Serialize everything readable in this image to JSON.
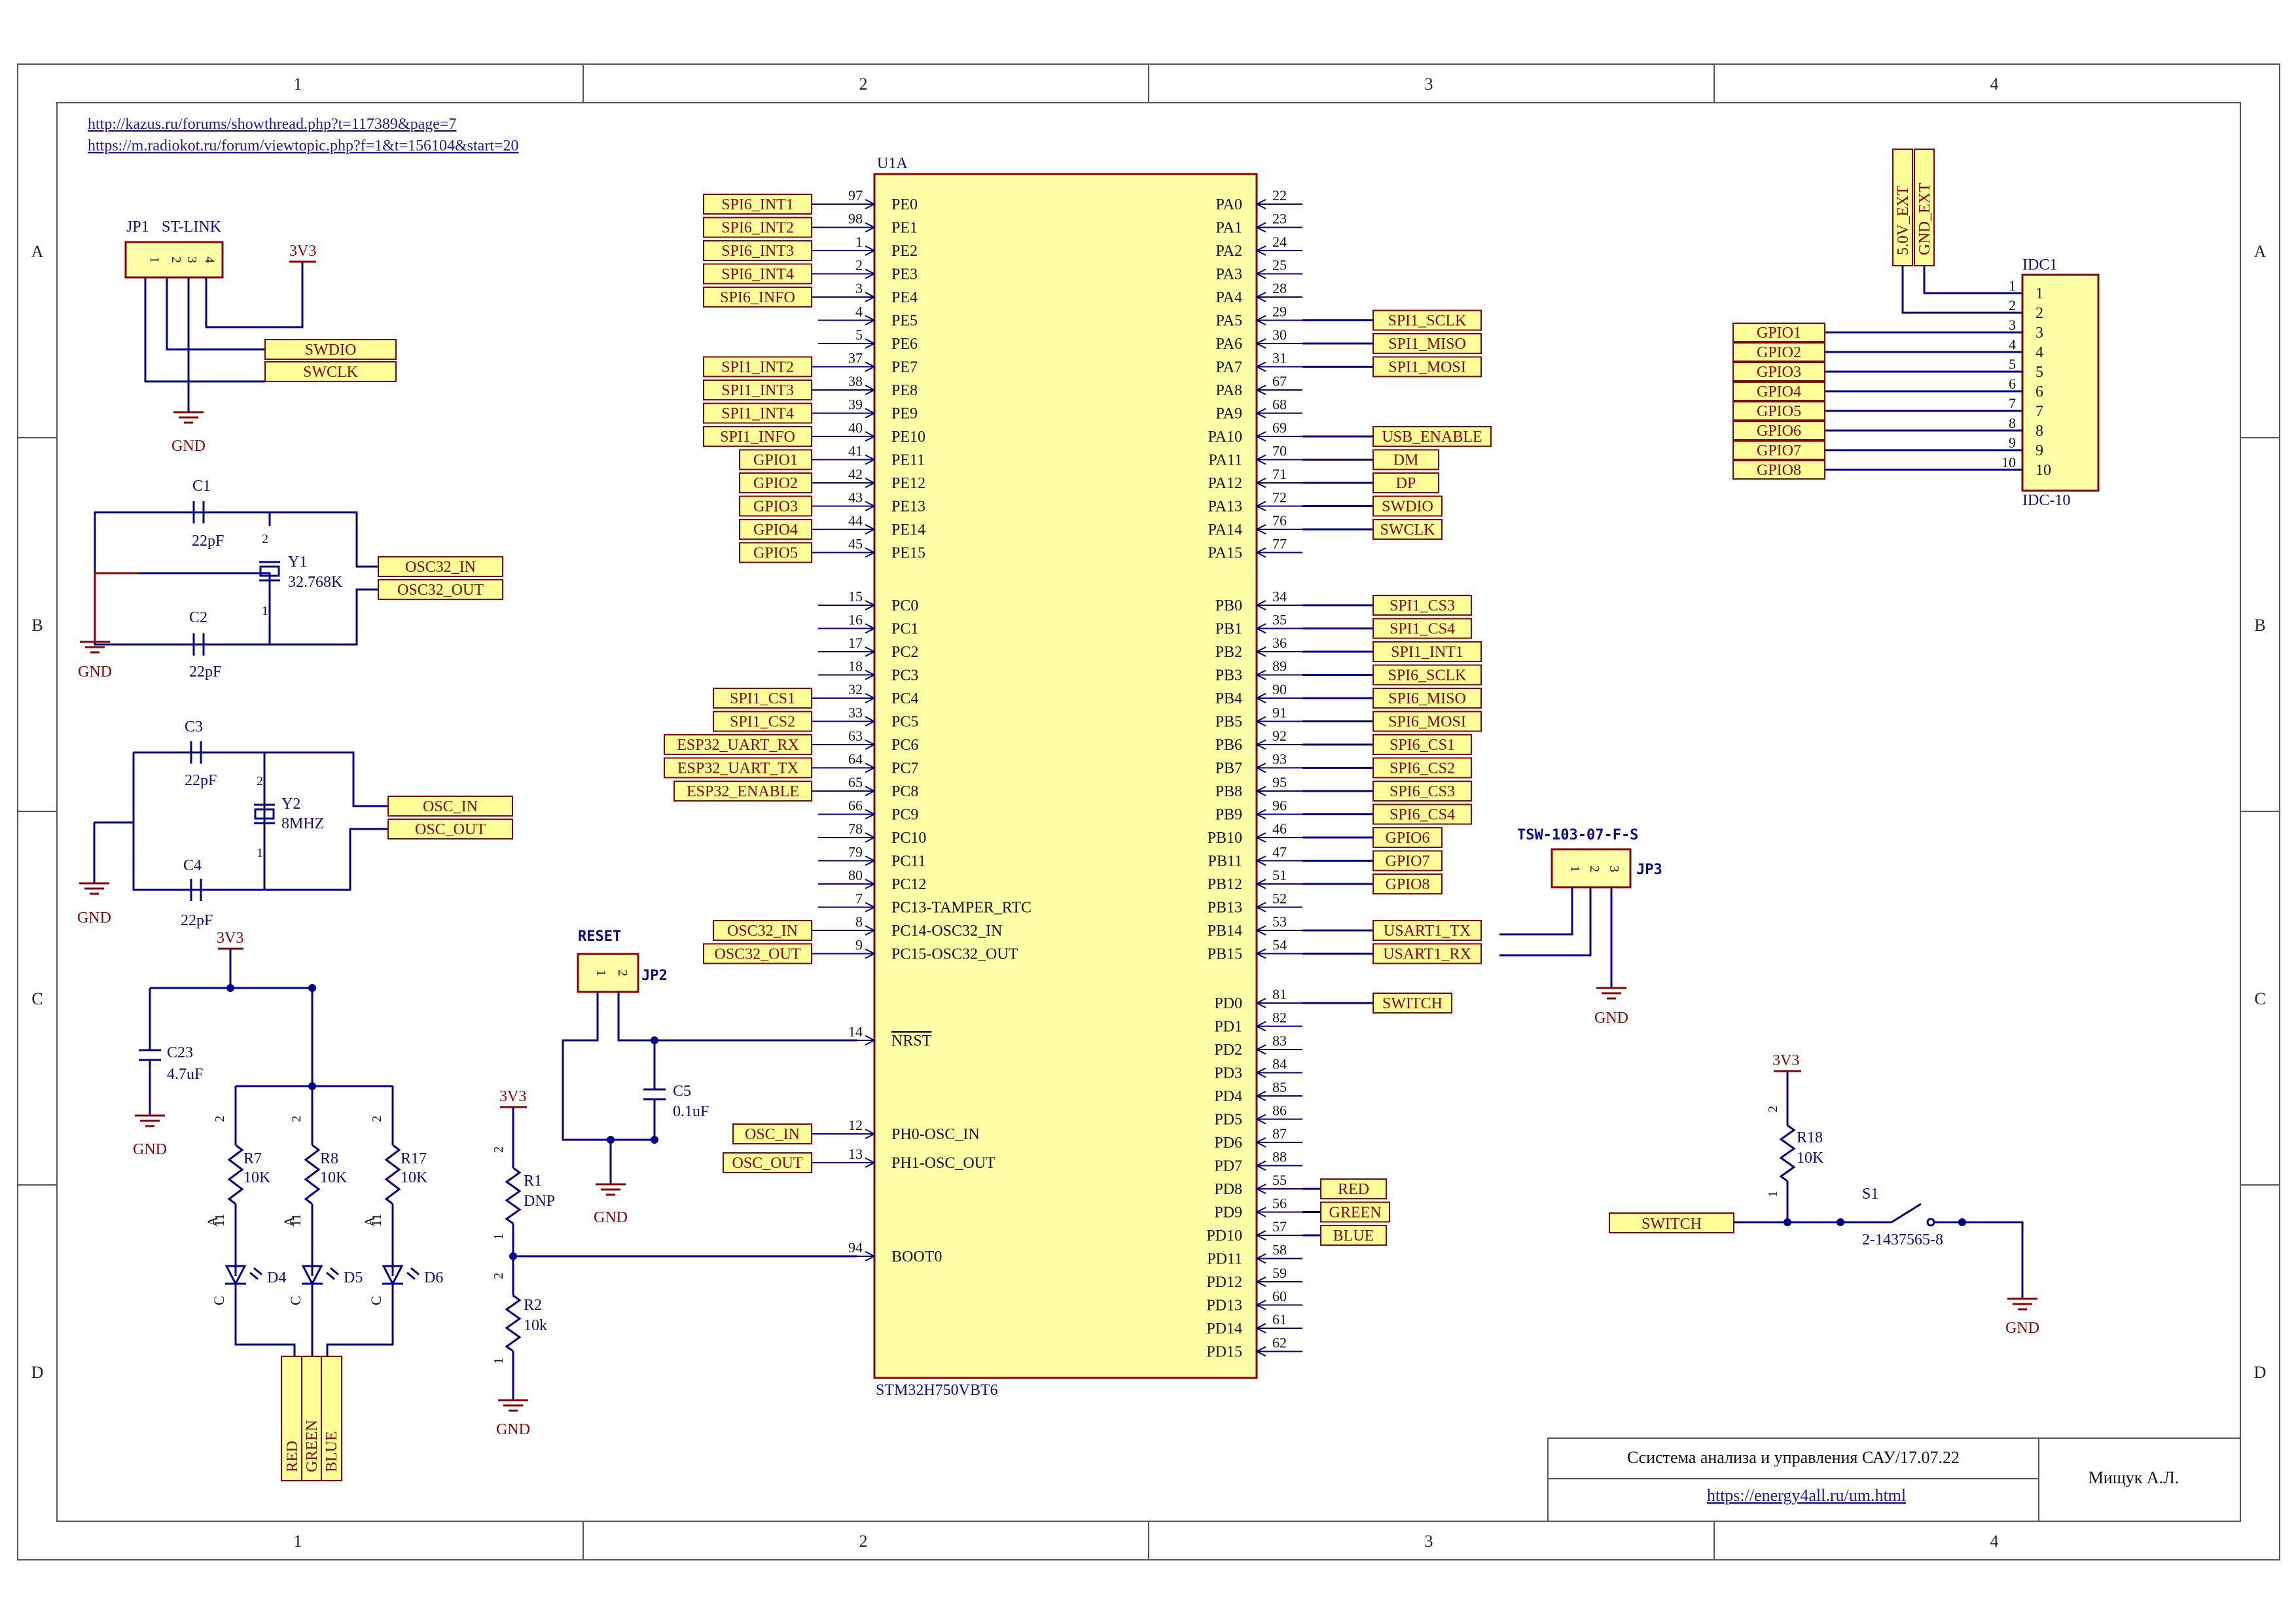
{
  "frame": {
    "columns": [
      "1",
      "2",
      "3",
      "4"
    ],
    "rows": [
      "A",
      "B",
      "C",
      "D"
    ]
  },
  "links": [
    "http://kazus.ru/forums/showthread.php?t=117389&page=7",
    "https://m.radiokot.ru/forum/viewtopic.php?f=1&t=156104&start=20"
  ],
  "mcu": {
    "ref": "U1A",
    "part": "STM32H750VBT6",
    "left_pins": [
      {
        "num": "97",
        "name": "PE0",
        "net": "SPI6_INT1"
      },
      {
        "num": "98",
        "name": "PE1",
        "net": "SPI6_INT2"
      },
      {
        "num": "1",
        "name": "PE2",
        "net": "SPI6_INT3"
      },
      {
        "num": "2",
        "name": "PE3",
        "net": "SPI6_INT4"
      },
      {
        "num": "3",
        "name": "PE4",
        "net": "SPI6_INFO"
      },
      {
        "num": "4",
        "name": "PE5",
        "net": ""
      },
      {
        "num": "5",
        "name": "PE6",
        "net": ""
      },
      {
        "num": "37",
        "name": "PE7",
        "net": "SPI1_INT2"
      },
      {
        "num": "38",
        "name": "PE8",
        "net": "SPI1_INT3"
      },
      {
        "num": "39",
        "name": "PE9",
        "net": "SPI1_INT4"
      },
      {
        "num": "40",
        "name": "PE10",
        "net": "SPI1_INFO"
      },
      {
        "num": "41",
        "name": "PE11",
        "net": "GPIO1"
      },
      {
        "num": "42",
        "name": "PE12",
        "net": "GPIO2"
      },
      {
        "num": "43",
        "name": "PE13",
        "net": "GPIO3"
      },
      {
        "num": "44",
        "name": "PE14",
        "net": "GPIO4"
      },
      {
        "num": "45",
        "name": "PE15",
        "net": "GPIO5"
      },
      {
        "num": "15",
        "name": "PC0",
        "net": ""
      },
      {
        "num": "16",
        "name": "PC1",
        "net": ""
      },
      {
        "num": "17",
        "name": "PC2",
        "net": ""
      },
      {
        "num": "18",
        "name": "PC3",
        "net": ""
      },
      {
        "num": "32",
        "name": "PC4",
        "net": "SPI1_CS1"
      },
      {
        "num": "33",
        "name": "PC5",
        "net": "SPI1_CS2"
      },
      {
        "num": "63",
        "name": "PC6",
        "net": "ESP32_UART_RX"
      },
      {
        "num": "64",
        "name": "PC7",
        "net": "ESP32_UART_TX"
      },
      {
        "num": "65",
        "name": "PC8",
        "net": "ESP32_ENABLE"
      },
      {
        "num": "66",
        "name": "PC9",
        "net": ""
      },
      {
        "num": "78",
        "name": "PC10",
        "net": ""
      },
      {
        "num": "79",
        "name": "PC11",
        "net": ""
      },
      {
        "num": "80",
        "name": "PC12",
        "net": ""
      },
      {
        "num": "7",
        "name": "PC13-TAMPER_RTC",
        "net": ""
      },
      {
        "num": "8",
        "name": "PC14-OSC32_IN",
        "net": "OSC32_IN"
      },
      {
        "num": "9",
        "name": "PC15-OSC32_OUT",
        "net": "OSC32_OUT"
      },
      {
        "num": "14",
        "name": "NRST",
        "net": ""
      },
      {
        "num": "12",
        "name": "PH0-OSC_IN",
        "net": "OSC_IN"
      },
      {
        "num": "13",
        "name": "PH1-OSC_OUT",
        "net": "OSC_OUT"
      },
      {
        "num": "94",
        "name": "BOOT0",
        "net": ""
      }
    ],
    "right_pins": [
      {
        "num": "22",
        "name": "PA0",
        "net": ""
      },
      {
        "num": "23",
        "name": "PA1",
        "net": ""
      },
      {
        "num": "24",
        "name": "PA2",
        "net": ""
      },
      {
        "num": "25",
        "name": "PA3",
        "net": ""
      },
      {
        "num": "28",
        "name": "PA4",
        "net": ""
      },
      {
        "num": "29",
        "name": "PA5",
        "net": "SPI1_SCLK"
      },
      {
        "num": "30",
        "name": "PA6",
        "net": "SPI1_MISO"
      },
      {
        "num": "31",
        "name": "PA7",
        "net": "SPI1_MOSI"
      },
      {
        "num": "67",
        "name": "PA8",
        "net": ""
      },
      {
        "num": "68",
        "name": "PA9",
        "net": ""
      },
      {
        "num": "69",
        "name": "PA10",
        "net": "USB_ENABLE"
      },
      {
        "num": "70",
        "name": "PA11",
        "net": "DM"
      },
      {
        "num": "71",
        "name": "PA12",
        "net": "DP"
      },
      {
        "num": "72",
        "name": "PA13",
        "net": "SWDIO"
      },
      {
        "num": "76",
        "name": "PA14",
        "net": "SWCLK"
      },
      {
        "num": "77",
        "name": "PA15",
        "net": ""
      },
      {
        "num": "34",
        "name": "PB0",
        "net": "SPI1_CS3"
      },
      {
        "num": "35",
        "name": "PB1",
        "net": "SPI1_CS4"
      },
      {
        "num": "36",
        "name": "PB2",
        "net": "SPI1_INT1"
      },
      {
        "num": "89",
        "name": "PB3",
        "net": "SPI6_SCLK"
      },
      {
        "num": "90",
        "name": "PB4",
        "net": "SPI6_MISO"
      },
      {
        "num": "91",
        "name": "PB5",
        "net": "SPI6_MOSI"
      },
      {
        "num": "92",
        "name": "PB6",
        "net": "SPI6_CS1"
      },
      {
        "num": "93",
        "name": "PB7",
        "net": "SPI6_CS2"
      },
      {
        "num": "95",
        "name": "PB8",
        "net": "SPI6_CS3"
      },
      {
        "num": "96",
        "name": "PB9",
        "net": "SPI6_CS4"
      },
      {
        "num": "46",
        "name": "PB10",
        "net": "GPIO6"
      },
      {
        "num": "47",
        "name": "PB11",
        "net": "GPIO7"
      },
      {
        "num": "51",
        "name": "PB12",
        "net": "GPIO8"
      },
      {
        "num": "52",
        "name": "PB13",
        "net": ""
      },
      {
        "num": "53",
        "name": "PB14",
        "net": "USART1_TX"
      },
      {
        "num": "54",
        "name": "PB15",
        "net": "USART1_RX"
      },
      {
        "num": "81",
        "name": "PD0",
        "net": "SWITCH"
      },
      {
        "num": "82",
        "name": "PD1",
        "net": ""
      },
      {
        "num": "83",
        "name": "PD2",
        "net": ""
      },
      {
        "num": "84",
        "name": "PD3",
        "net": ""
      },
      {
        "num": "85",
        "name": "PD4",
        "net": ""
      },
      {
        "num": "86",
        "name": "PD5",
        "net": ""
      },
      {
        "num": "87",
        "name": "PD6",
        "net": ""
      },
      {
        "num": "88",
        "name": "PD7",
        "net": ""
      },
      {
        "num": "55",
        "name": "PD8",
        "net": "RED"
      },
      {
        "num": "56",
        "name": "PD9",
        "net": "GREEN"
      },
      {
        "num": "57",
        "name": "PD10",
        "net": "BLUE"
      },
      {
        "num": "58",
        "name": "PD11",
        "net": ""
      },
      {
        "num": "59",
        "name": "PD12",
        "net": ""
      },
      {
        "num": "60",
        "name": "PD13",
        "net": ""
      },
      {
        "num": "61",
        "name": "PD14",
        "net": ""
      },
      {
        "num": "62",
        "name": "PD15",
        "net": ""
      }
    ]
  },
  "stlink": {
    "ref": "JP1",
    "name": "ST-LINK",
    "pins": [
      "1",
      "2",
      "3",
      "4"
    ],
    "nets": [
      "SWDIO",
      "SWCLK"
    ],
    "power": "3V3",
    "ground": "GND"
  },
  "osc32": {
    "c1": {
      "ref": "C1",
      "value": "22pF"
    },
    "c2": {
      "ref": "C2",
      "value": "22pF"
    },
    "y1": {
      "ref": "Y1",
      "value": "32.768K"
    },
    "nets": [
      "OSC32_IN",
      "OSC32_OUT"
    ],
    "ground": "GND"
  },
  "osc": {
    "c3": {
      "ref": "C3",
      "value": "22pF"
    },
    "c4": {
      "ref": "C4",
      "value": "22pF"
    },
    "y2": {
      "ref": "Y2",
      "value": "8MHZ"
    },
    "nets": [
      "OSC_IN",
      "OSC_OUT"
    ],
    "ground": "GND"
  },
  "leds": {
    "power": "3V3",
    "c23": {
      "ref": "C23",
      "value": "4.7uF"
    },
    "resistors": [
      {
        "ref": "R7",
        "value": "10K"
      },
      {
        "ref": "R8",
        "value": "10K"
      },
      {
        "ref": "R17",
        "value": "10K"
      }
    ],
    "diodes": [
      "D4",
      "D5",
      "D6"
    ],
    "connector_labels": [
      "RED",
      "GREEN",
      "BLUE"
    ],
    "ground": "GND"
  },
  "reset": {
    "name": "RESET",
    "ref": "JP2",
    "c5": {
      "ref": "C5",
      "value": "0.1uF"
    },
    "ground": "GND"
  },
  "boot": {
    "power": "3V3",
    "r1": {
      "ref": "R1",
      "value": "DNP"
    },
    "r2": {
      "ref": "R2",
      "value": "10k"
    },
    "ground": "GND"
  },
  "uart_header": {
    "name": "TSW-103-07-F-S",
    "ref": "JP3",
    "ground": "GND"
  },
  "ext_power": {
    "labels": [
      "5.0V_EXT",
      "GND_EXT"
    ]
  },
  "idc": {
    "ref": "IDC1",
    "part": "IDC-10",
    "pins": [
      "1",
      "2",
      "3",
      "4",
      "5",
      "6",
      "7",
      "8",
      "9",
      "10"
    ],
    "nets": [
      "GPIO1",
      "GPIO2",
      "GPIO3",
      "GPIO4",
      "GPIO5",
      "GPIO6",
      "GPIO7",
      "GPIO8"
    ]
  },
  "switch": {
    "power": "3V3",
    "r18": {
      "ref": "R18",
      "value": "10K"
    },
    "s1": {
      "ref": "S1",
      "part": "2-1437565-8"
    },
    "net": "SWITCH",
    "ground": "GND"
  },
  "title_block": {
    "title": "Ссистема анализа и управления   САУ/17.07.22",
    "url": "https://energy4all.ru/um.html",
    "author": "Мищук А.Л."
  },
  "colors": {
    "wire": "#00008b",
    "component": "#8b0000",
    "body_fill": "#ffffa8",
    "netlabel_fill": "#ffff99",
    "frame": "#555555"
  }
}
